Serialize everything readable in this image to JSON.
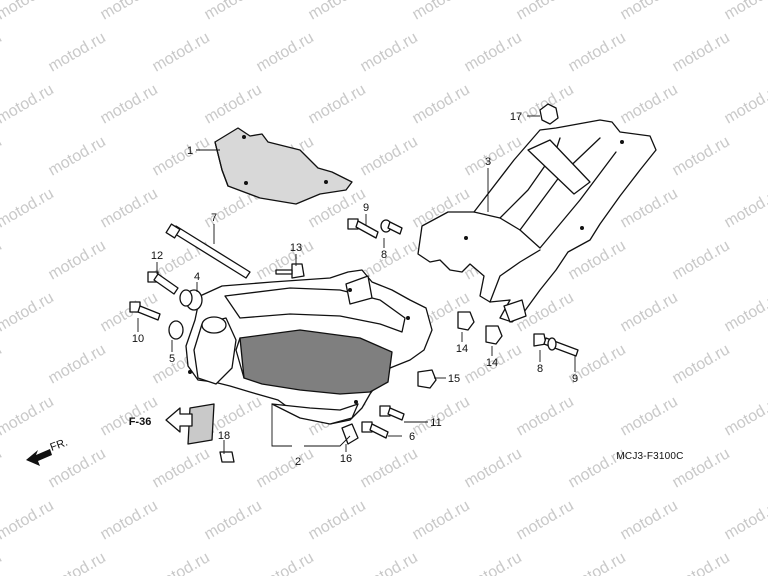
{
  "watermark": "motod.ru",
  "callouts": [
    {
      "id": "c1",
      "text": "1"
    },
    {
      "id": "c2",
      "text": "2"
    },
    {
      "id": "c3",
      "text": "3"
    },
    {
      "id": "c4",
      "text": "4"
    },
    {
      "id": "c5",
      "text": "5"
    },
    {
      "id": "c6",
      "text": "6"
    },
    {
      "id": "c7",
      "text": "7"
    },
    {
      "id": "c8a",
      "text": "8"
    },
    {
      "id": "c8b",
      "text": "8"
    },
    {
      "id": "c9a",
      "text": "9"
    },
    {
      "id": "c9b",
      "text": "9"
    },
    {
      "id": "c10",
      "text": "10"
    },
    {
      "id": "c11",
      "text": "11"
    },
    {
      "id": "c12",
      "text": "12"
    },
    {
      "id": "c13",
      "text": "13"
    },
    {
      "id": "c14a",
      "text": "14"
    },
    {
      "id": "c14b",
      "text": "14"
    },
    {
      "id": "c15",
      "text": "15"
    },
    {
      "id": "c16",
      "text": "16"
    },
    {
      "id": "c17",
      "text": "17"
    },
    {
      "id": "c18",
      "text": "18"
    }
  ],
  "diagram_code": "MCJ3-F3100C",
  "reference": "F-36",
  "direction_label": "FR."
}
